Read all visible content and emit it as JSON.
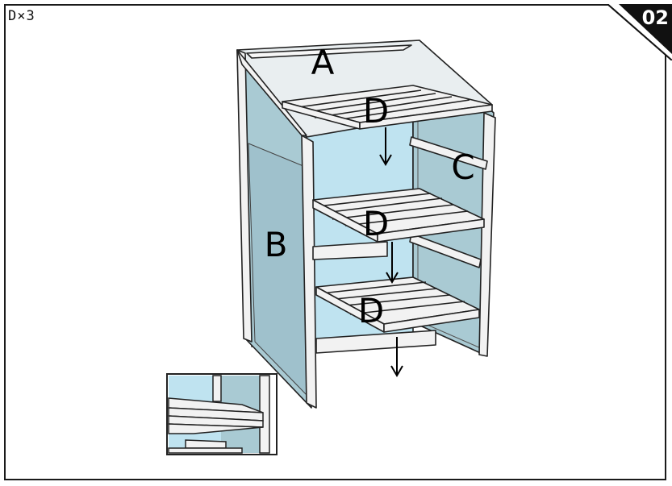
{
  "quantity_note": "D×3",
  "step_number": "02",
  "part_labels": {
    "top_panel": "A",
    "side_panel": "B",
    "back_rail": "C",
    "shelf_top": "D",
    "shelf_middle": "D",
    "shelf_bottom": "D"
  },
  "colors": {
    "glass": "#bfe3f0",
    "panel": "#a9cad3",
    "wood": "#f2f2f2",
    "outline": "#222222"
  }
}
